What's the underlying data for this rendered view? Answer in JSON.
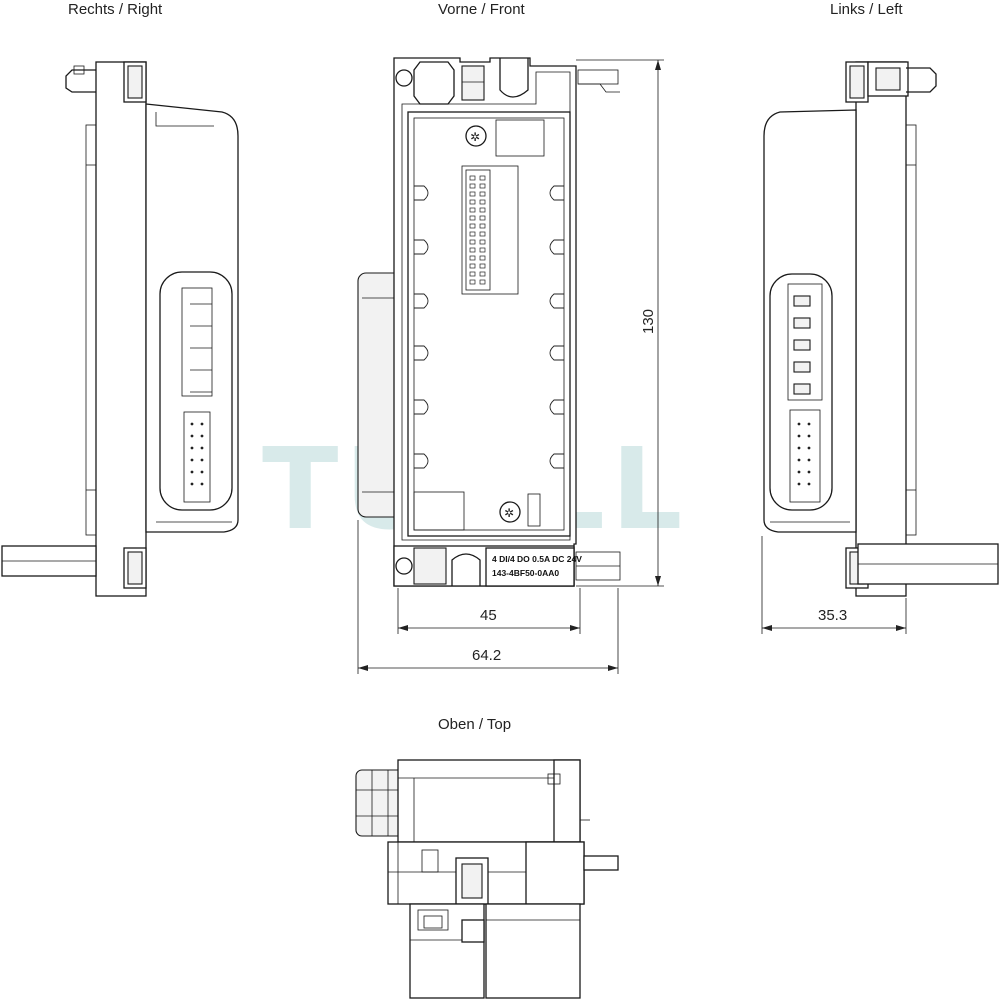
{
  "views": {
    "right": "Rechts / Right",
    "front": "Vorne / Front",
    "left": "Links / Left",
    "top": "Oben / Top"
  },
  "dimensions": {
    "height": "130",
    "inner_width": "45",
    "total_width": "64.2",
    "depth": "35.3"
  },
  "nameplate": {
    "line1": "4 DI/4 DO 0.5A DC 24V",
    "line2": "143-4BF50-0AA0"
  },
  "watermark": "TURLL"
}
